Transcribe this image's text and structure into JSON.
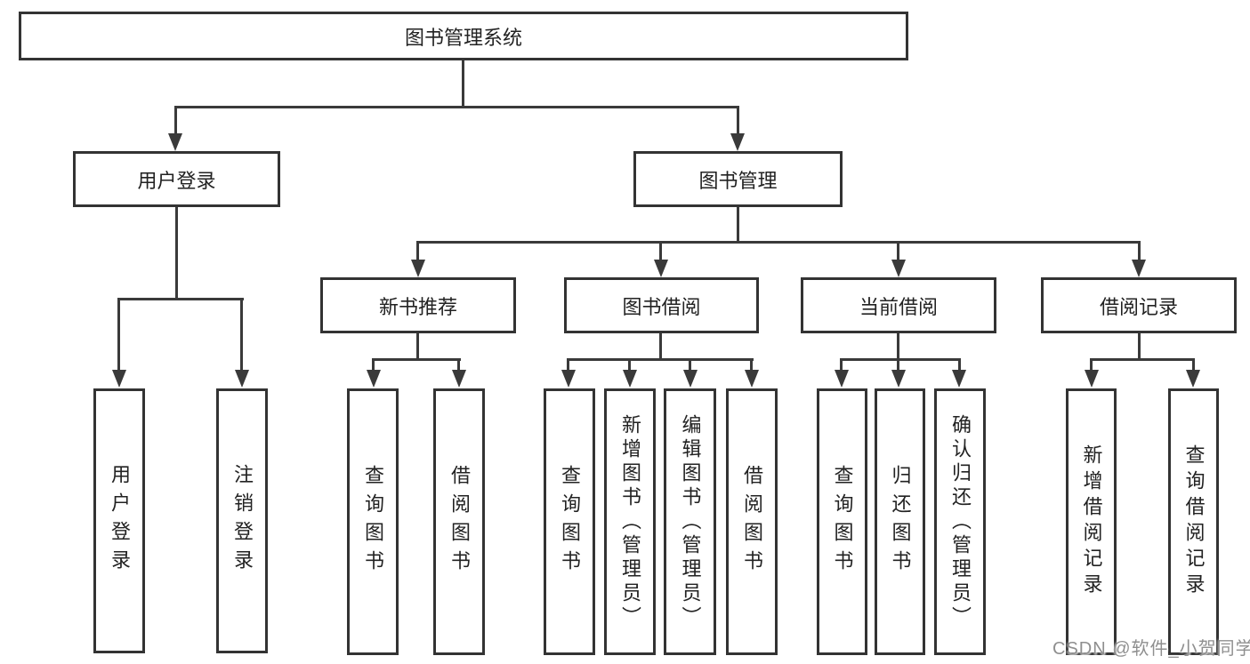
{
  "nodes": {
    "root": "图书管理系统",
    "user_login_branch": "用户登录",
    "book_mgmt_branch": "图书管理",
    "new_book_recommend": "新书推荐",
    "book_borrow": "图书借阅",
    "current_borrow": "当前借阅",
    "borrow_records": "借阅记录",
    "leaf_user_login": "用户登录",
    "leaf_logout": "注销登录",
    "leaf_nb_query": "查询图书",
    "leaf_nb_borrow": "借阅图书",
    "leaf_bb_query": "查询图书",
    "leaf_bb_add": "新增图书（管理员）",
    "leaf_bb_edit": "编辑图书（管理员）",
    "leaf_bb_borrow": "借阅图书",
    "leaf_cb_query": "查询图书",
    "leaf_cb_return": "归还图书",
    "leaf_cb_confirm": "确认归还（管理员）",
    "leaf_br_add": "新增借阅记录",
    "leaf_br_query": "查询借阅记录"
  },
  "watermark": {
    "text": "CSDN @软件_小贺同学",
    "color": "#8f8f8f"
  },
  "colors": {
    "background": "#ffffff",
    "line": "#3a3a3a",
    "box_border": "#333333",
    "text": "#222222"
  }
}
